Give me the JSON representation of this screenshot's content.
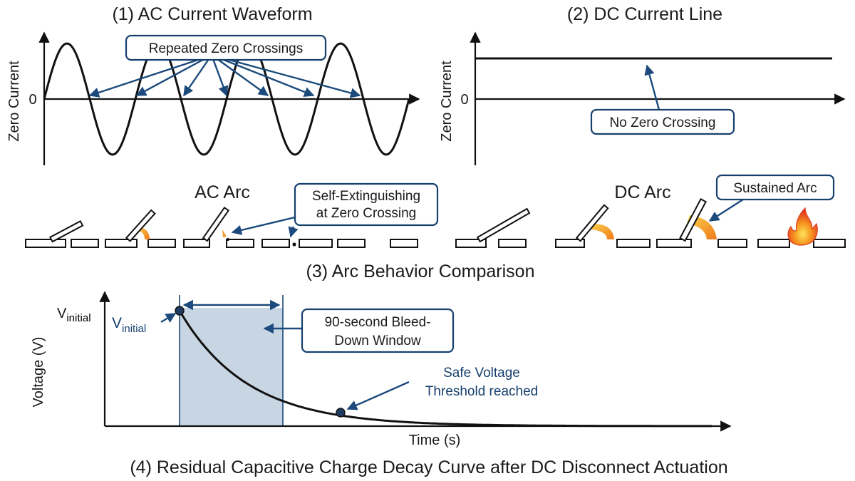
{
  "colors": {
    "ink": "#111111",
    "callout_border": "#17406d",
    "pointer": "#1c4a7c",
    "bleed_window_fill": "#c8d5e3",
    "arc_orange": "#f39a2b",
    "flame_red": "#e03a1e"
  },
  "panel1": {
    "title": "(1) AC Current Waveform",
    "y_label": "Zero Current",
    "zero_tick": "0",
    "callout": "Repeated Zero Crossings"
  },
  "panel2": {
    "title": "(2) DC Current Line",
    "y_label": "Zero Current",
    "zero_tick": "0",
    "callout": "No Zero Crossing"
  },
  "panel3": {
    "title": "(3) Arc Behavior Comparison",
    "ac_label": "AC Arc",
    "ac_callout_line1": "Self-Extinguishing",
    "ac_callout_line2": "at Zero Crossing",
    "dc_label": "DC Arc",
    "dc_callout": "Sustained Arc"
  },
  "panel4": {
    "title": "(4) Residual Capacitive Charge Decay Curve after DC Disconnect Actuation",
    "y_label": "Voltage (V)",
    "x_label": "Time (s)",
    "v_tick_main": "V",
    "v_tick_sub": "initial",
    "v_point_main": "V",
    "v_point_sub": "initial",
    "window_line1": "90-second Bleed-",
    "window_line2": "Down Window",
    "safe_line1": "Safe Voltage",
    "safe_line2": "Threshold reached"
  }
}
